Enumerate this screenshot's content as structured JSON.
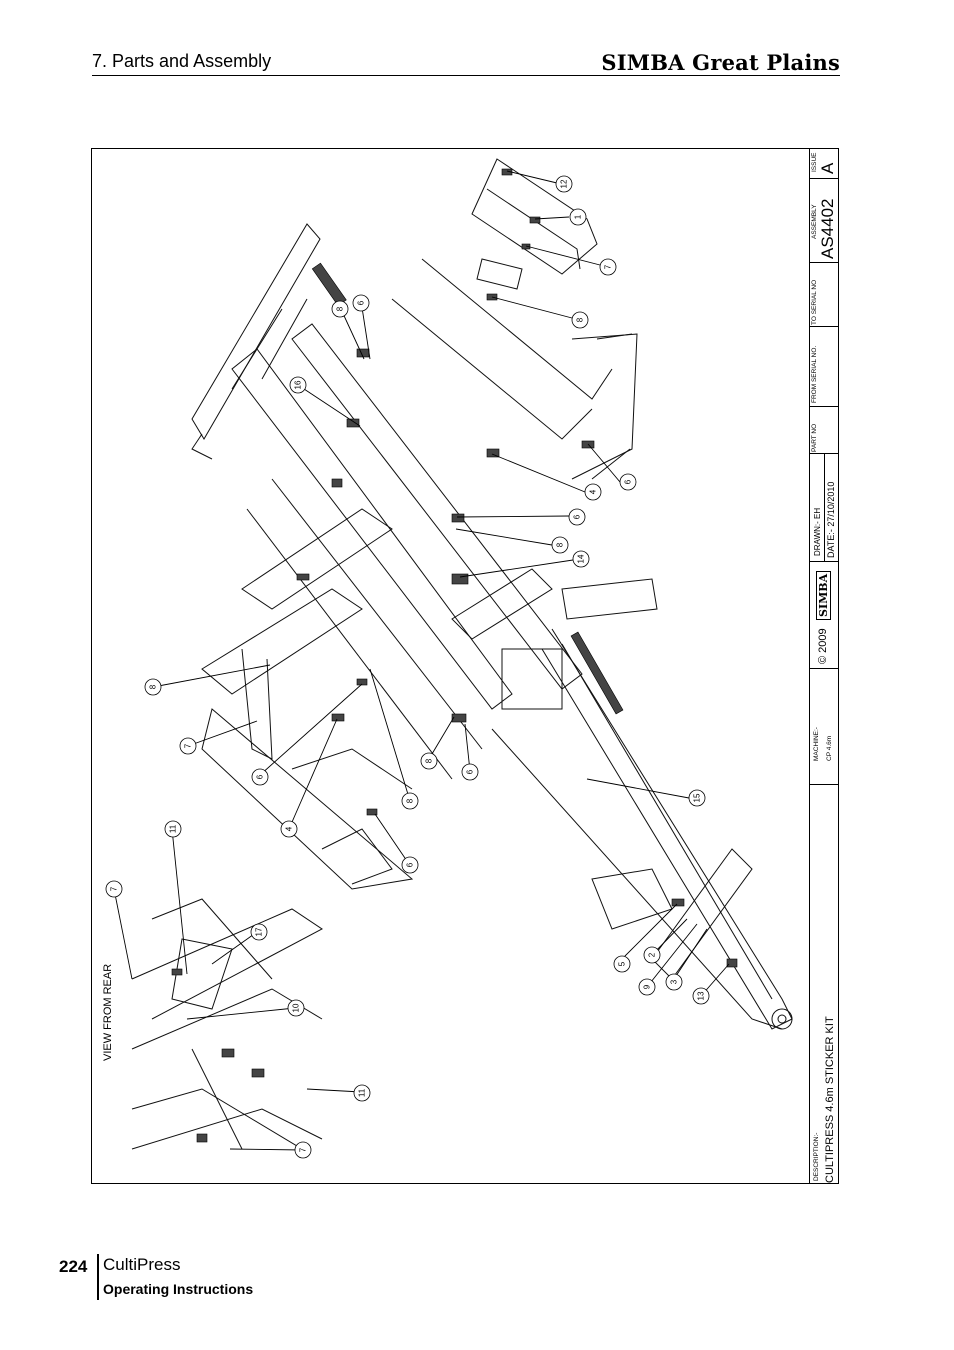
{
  "header": {
    "section": "7. Parts and Assembly",
    "brand": "SIMBA Great Plains"
  },
  "title_block": {
    "issue_caption": "ISSUE",
    "issue": "A",
    "assembly_caption": "ASSEMBLY",
    "assembly": "AS4402",
    "to_serial_caption": "TO SERIAL NO",
    "from_serial_caption": "FROM SERIAL NO.",
    "part_no_caption": "PART NO",
    "drawn": "DRAWN:- EH",
    "date": "DATE:-  27/10/2010",
    "logo": "SIMBA",
    "copyright": "© 2009",
    "machine_caption": "MACHINE:-",
    "machine": "CP 4.6m",
    "description_caption": "DESCRIPTION:-",
    "description": "CULTIPRESS 4.6m STICKER KIT"
  },
  "drawing": {
    "view_label": "VIEW FROM REAR",
    "callouts": [
      "12",
      "1",
      "7",
      "8",
      "6",
      "4",
      "6",
      "8",
      "14",
      "16",
      "8",
      "6",
      "15",
      "5",
      "2",
      "9",
      "3",
      "13",
      "8",
      "7",
      "6",
      "4",
      "8",
      "6",
      "8",
      "6",
      "11",
      "7",
      "17",
      "10",
      "11",
      "7"
    ]
  },
  "footer": {
    "page_number": "224",
    "title": "CultiPress",
    "subtitle": "Operating Instructions"
  }
}
